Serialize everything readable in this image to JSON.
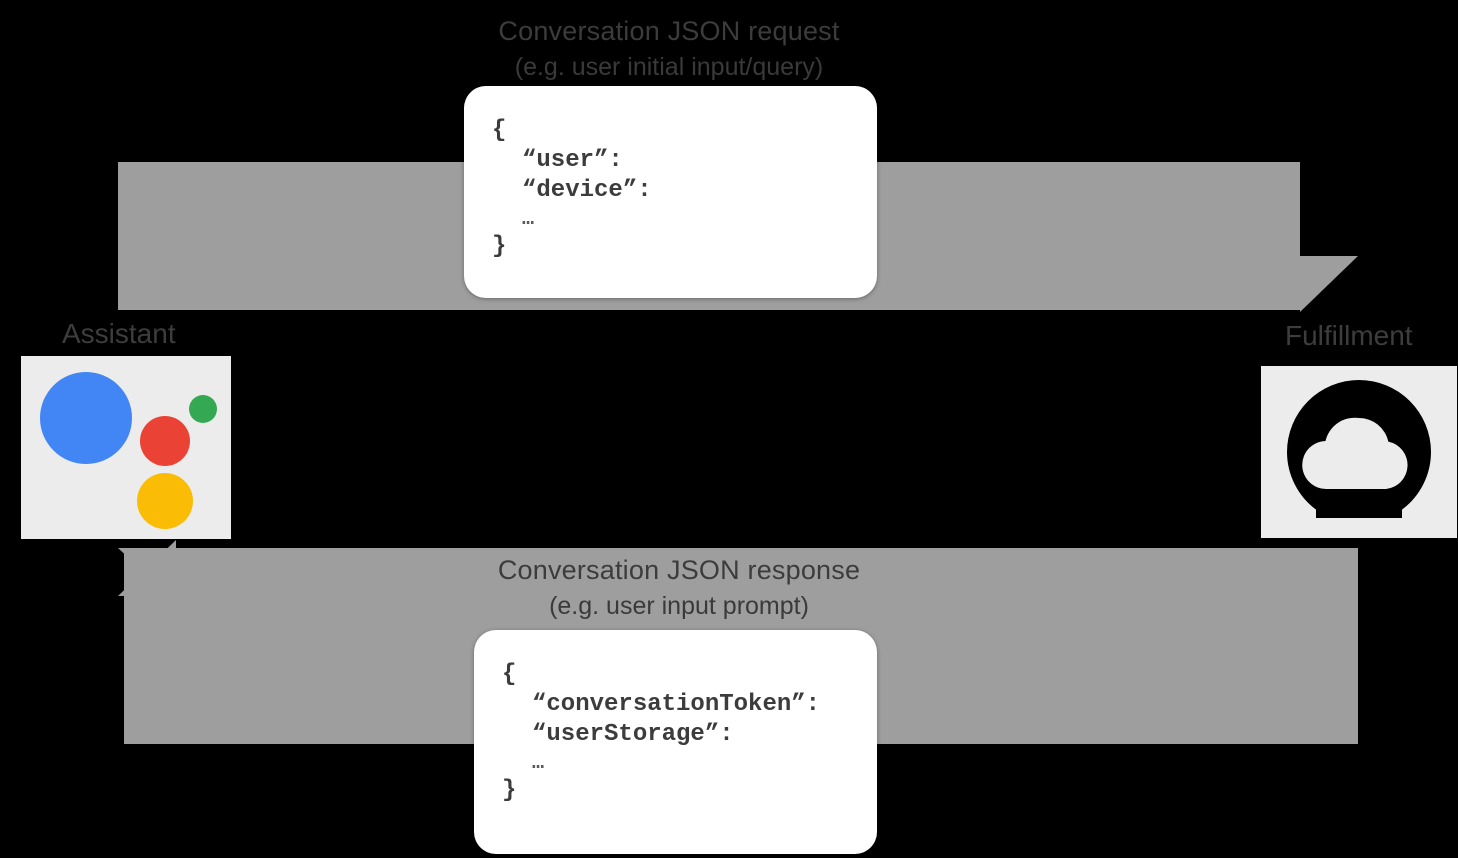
{
  "diagram": {
    "title_top": "Conversation JSON request",
    "subtitle_top": "(e.g. user initial input/query)",
    "title_bottom": "Conversation JSON response",
    "subtitle_bottom": "(e.g. user input prompt)",
    "background_color": "#000000",
    "arrow_color": "#9e9e9e",
    "card_color": "#ffffff",
    "text_color": "#3c3c3c"
  },
  "nodes": {
    "assistant": {
      "label": "Assistant",
      "icon": "google-assistant-icon",
      "tile_color": "#ececec",
      "dot_colors": [
        "#4285f4",
        "#ea4335",
        "#fbbc05",
        "#34a853"
      ]
    },
    "fulfillment": {
      "label": "Fulfillment",
      "icon": "cloud-functions-icon",
      "tile_color": "#ececec",
      "icon_color": "#000000"
    }
  },
  "arrows": [
    {
      "name": "request-arrow",
      "direction": "right",
      "label": "Conversation JSON request"
    },
    {
      "name": "response-arrow",
      "direction": "left",
      "label": "Conversation JSON response"
    }
  ],
  "json_request": {
    "open_brace": "{",
    "lines": [
      "“user”:",
      "“device”:"
    ],
    "ellipsis": "…",
    "close_brace": "}"
  },
  "json_response": {
    "open_brace": "{",
    "lines": [
      "“conversationToken”:",
      "“userStorage”:"
    ],
    "ellipsis": "…",
    "close_brace": "}"
  }
}
